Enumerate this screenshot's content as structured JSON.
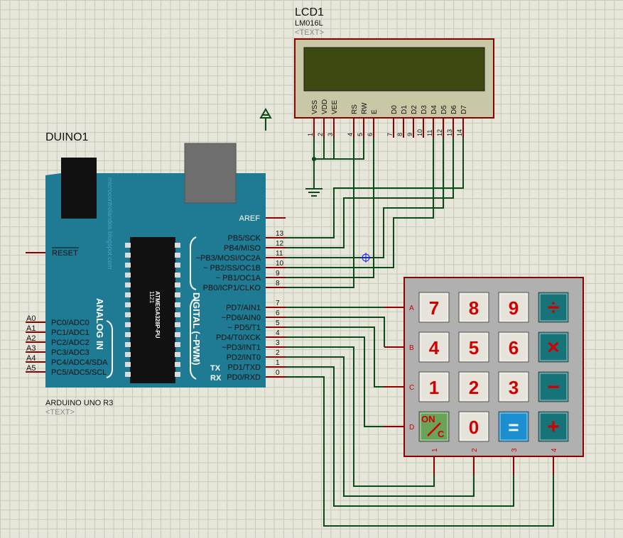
{
  "lcd": {
    "ref": "LCD1",
    "model": "LM016L",
    "text_placeholder": "<TEXT>",
    "pin_names": [
      "VSS",
      "VDD",
      "VEE",
      "RS",
      "RW",
      "E",
      "D0",
      "D1",
      "D2",
      "D3",
      "D4",
      "D5",
      "D6",
      "D7"
    ],
    "pin_numbers": [
      "1",
      "2",
      "3",
      "4",
      "5",
      "6",
      "7",
      "8",
      "9",
      "10",
      "11",
      "12",
      "13",
      "14"
    ]
  },
  "arduino": {
    "ref": "DUINO1",
    "model": "ARDUINO UNO R3",
    "text_placeholder": "<TEXT>",
    "watermark": "microcontrolandos.blogspot.com",
    "chip_code": "1121",
    "chip_name": "ATMEGA328P-PU",
    "aref": "AREF",
    "reset": "RESET",
    "analog_title": "ANALOG IN",
    "digital_title": "DIGITAL (~PWM)",
    "tx": "TX",
    "rx": "RX",
    "analog_pins": [
      {
        "tag": "A0",
        "label": "PC0/ADC0"
      },
      {
        "tag": "A1",
        "label": "PC1/ADC1"
      },
      {
        "tag": "A2",
        "label": "PC2/ADC2"
      },
      {
        "tag": "A3",
        "label": "PC3/ADC3"
      },
      {
        "tag": "A4",
        "label": "PC4/ADC4/SDA"
      },
      {
        "tag": "A5",
        "label": "PC5/ADC5/SCL"
      }
    ],
    "digital_pins": [
      {
        "label": "PB5/SCK",
        "num": "13"
      },
      {
        "label": "PB4/MISO",
        "num": "12"
      },
      {
        "label": "~PB3/MOSI/OC2A",
        "num": "11"
      },
      {
        "label": "~ PB2/SS/OC1B",
        "num": "10"
      },
      {
        "label": "~ PB1/OC1A",
        "num": "9"
      },
      {
        "label": "PB0/ICP1/CLKO",
        "num": "8"
      },
      {
        "label": "PD7/AIN1",
        "num": "7"
      },
      {
        "label": "~PD6/AIN0",
        "num": "6"
      },
      {
        "label": "~ PD5/T1",
        "num": "5"
      },
      {
        "label": "PD4/T0/XCK",
        "num": "4"
      },
      {
        "label": "~PD3/INT1",
        "num": "3"
      },
      {
        "label": "PD2/INT0",
        "num": "2"
      },
      {
        "label": "PD1/TXD",
        "num": "1"
      },
      {
        "label": "PD0/RXD",
        "num": "0"
      }
    ]
  },
  "keypad": {
    "row_labels": [
      "A",
      "B",
      "C",
      "D"
    ],
    "col_labels": [
      "1",
      "2",
      "3",
      "4"
    ],
    "keys": [
      [
        "7",
        "8",
        "9",
        "÷"
      ],
      [
        "4",
        "5",
        "6",
        "×"
      ],
      [
        "1",
        "2",
        "3",
        "−"
      ],
      [
        "ON/C",
        "0",
        "=",
        "+"
      ]
    ]
  },
  "colors": {
    "board": "#1f7a93",
    "wire": "#0c4a18",
    "pin_red": "#8b0000",
    "lcd_screen": "#3c4a12",
    "keypad_body": "#b0b0b0",
    "key_num": "#e6e3da",
    "key_op": "#167479",
    "text_red": "#d00000"
  }
}
